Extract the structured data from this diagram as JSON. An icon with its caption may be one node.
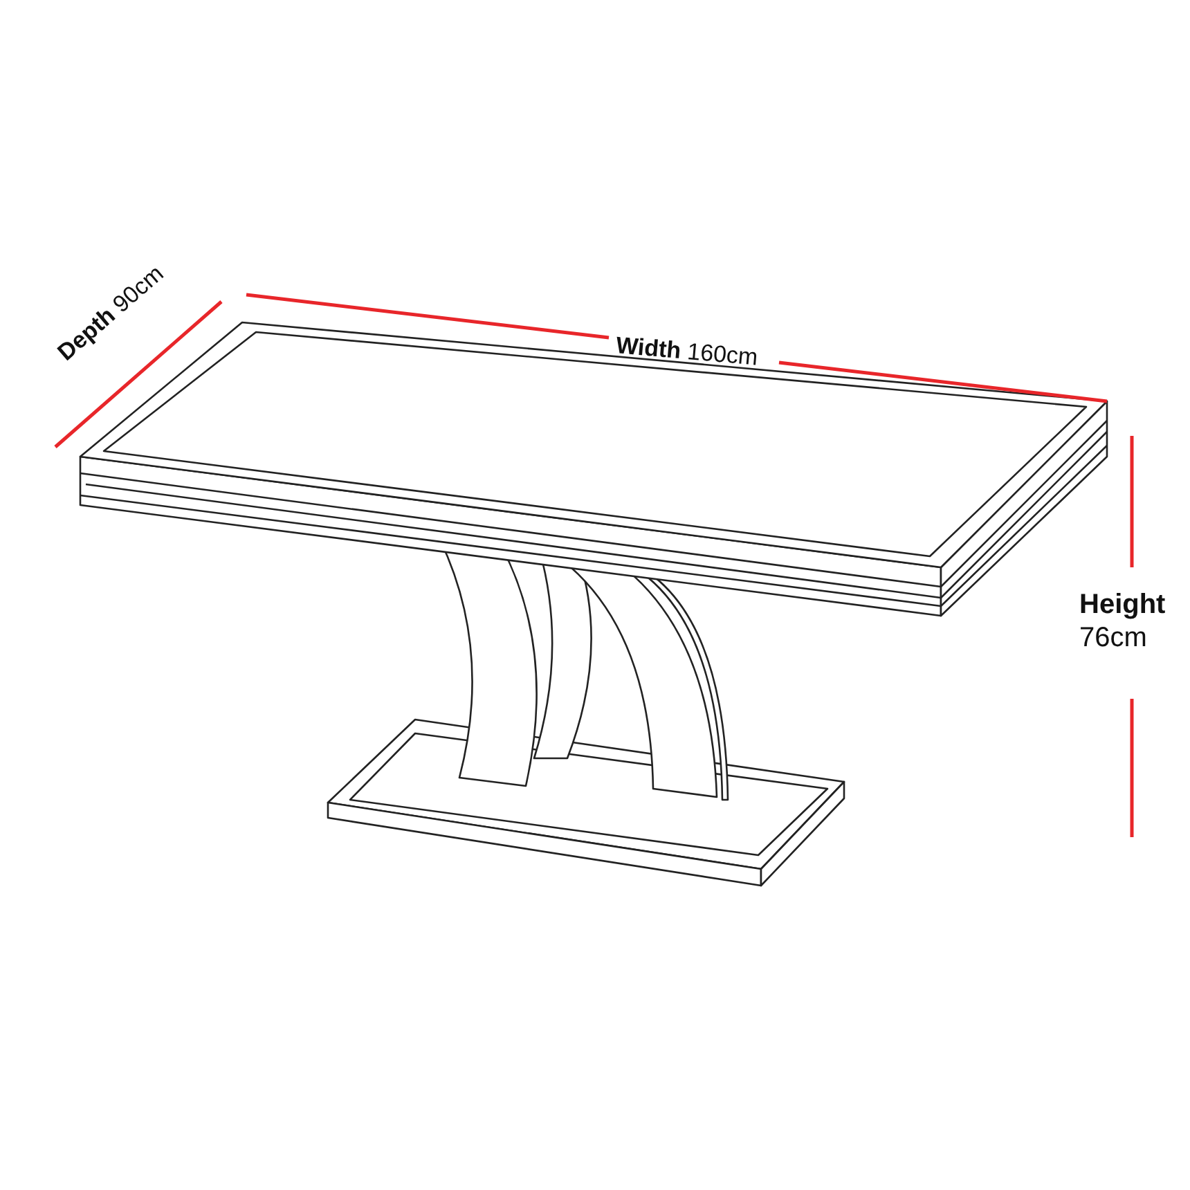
{
  "diagram": {
    "labels": [
      "**Depth** 90cm",
      "**Width** 160cm",
      "**Height** 76cm"
    ]
  }
}
